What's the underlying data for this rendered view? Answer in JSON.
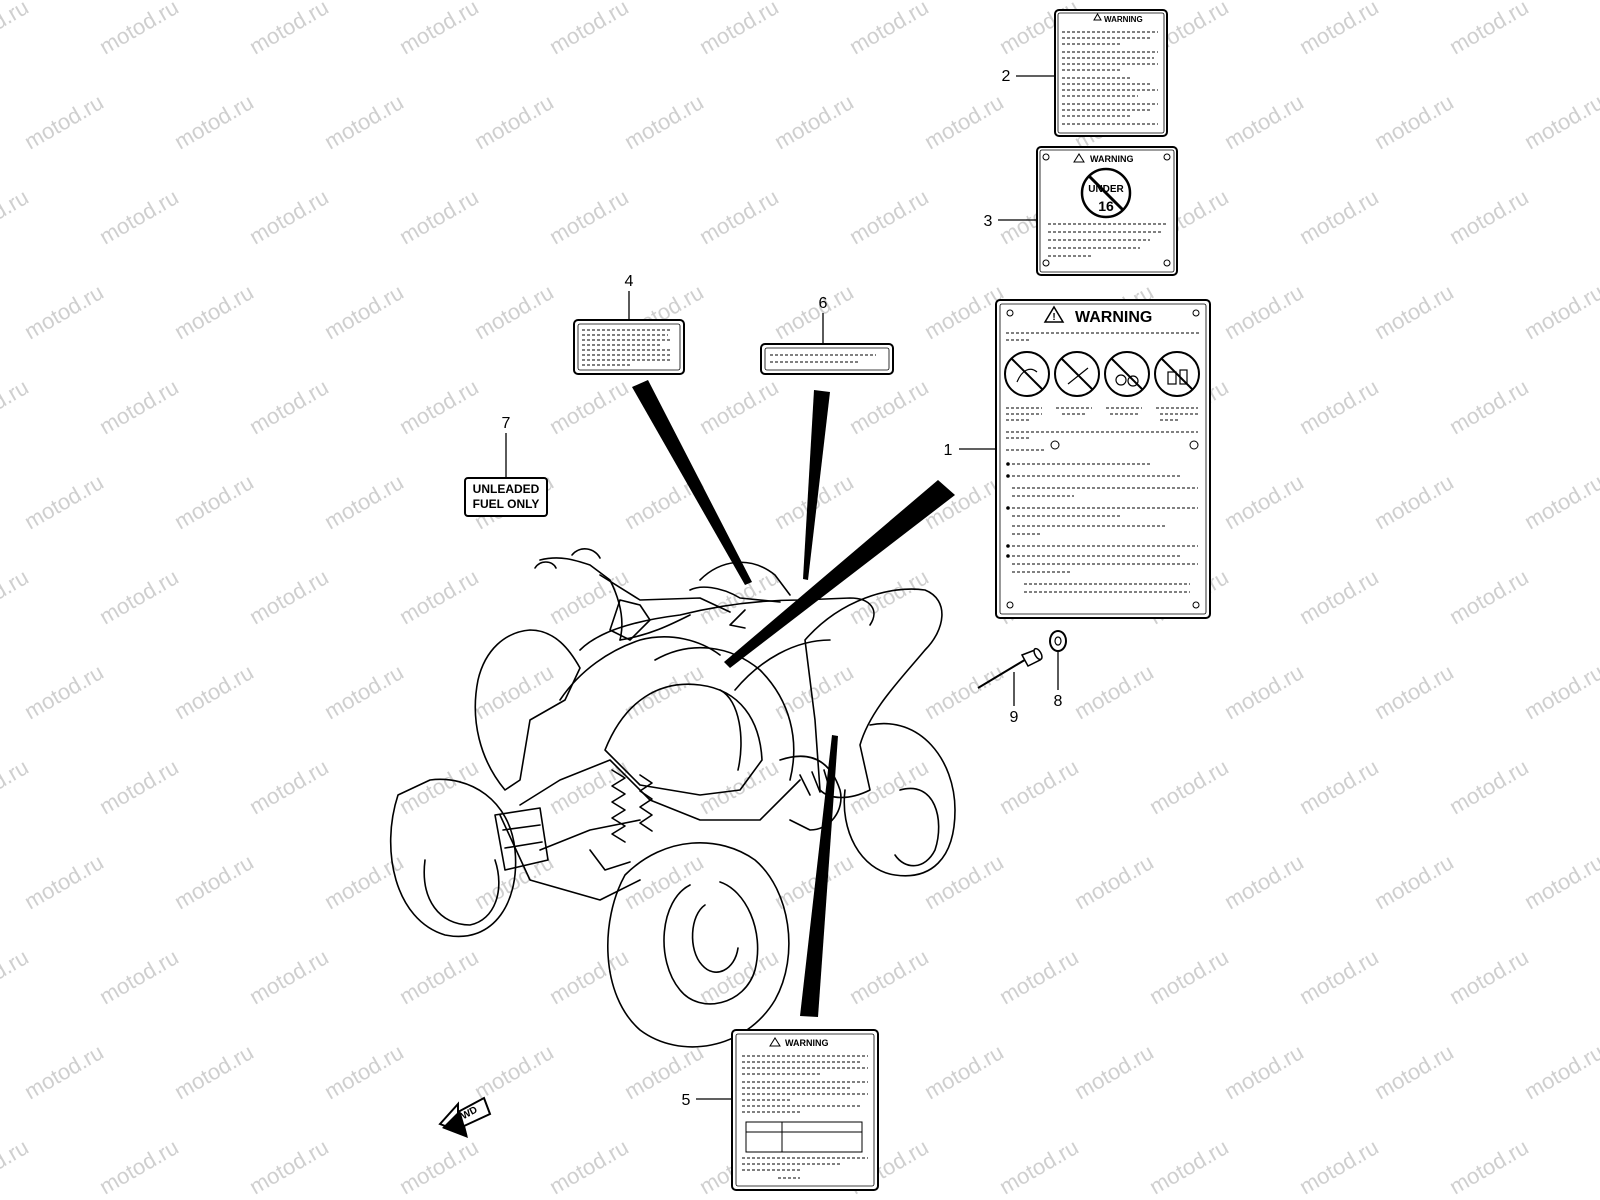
{
  "watermark": {
    "text": "motod.ru"
  },
  "callouts": {
    "c1": "1",
    "c2": "2",
    "c3": "3",
    "c4": "4",
    "c5": "5",
    "c6": "6",
    "c7": "7",
    "c8": "8",
    "c9": "9"
  },
  "labels": {
    "warning_word": "WARNING",
    "under16_top": "UNDER",
    "under16_num": "16",
    "fuel_line1": "UNLEADED",
    "fuel_line2": "FUEL ONLY",
    "fwd": "FWD"
  },
  "colors": {
    "line": "#000000",
    "watermark": "#cfcfcf",
    "label_fill": "#f4f4f4"
  }
}
